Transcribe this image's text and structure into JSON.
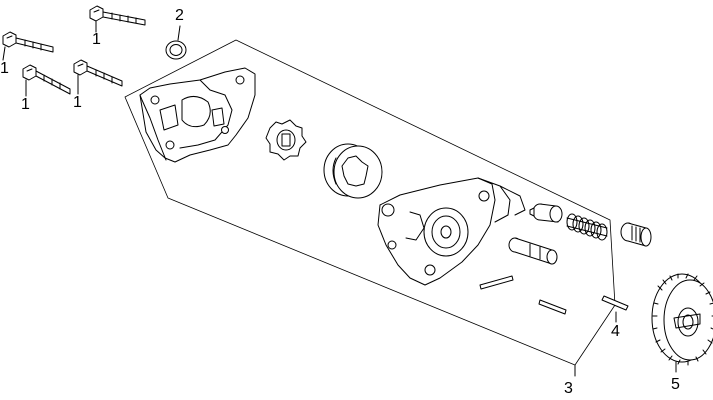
{
  "callouts": {
    "bolt_a": "1",
    "bolt_b": "1",
    "bolt_c": "1",
    "bolt_d": "1",
    "oring": "2",
    "pump_assembly": "3",
    "dowel_pin": "4",
    "drive_gear": "5"
  },
  "colors": {
    "line": "#000000",
    "background": "#ffffff"
  }
}
